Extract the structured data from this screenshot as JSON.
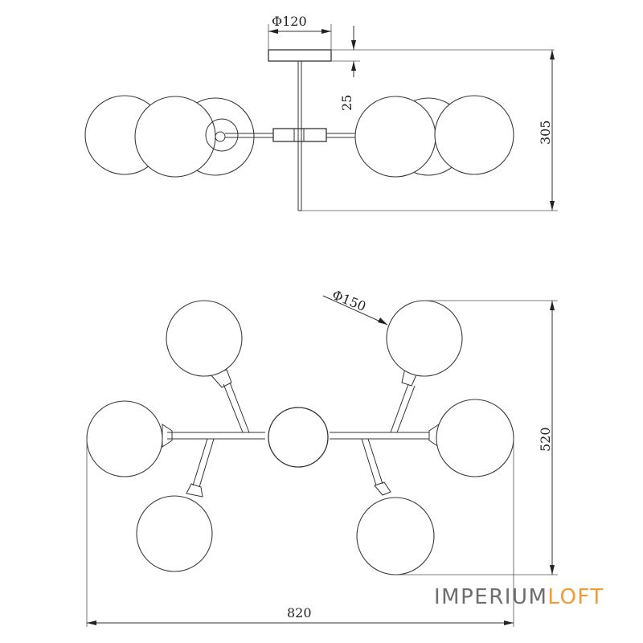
{
  "dimensions": {
    "canopy_diameter": "Φ120",
    "stem_gap": "25",
    "total_height": "305",
    "globe_diameter": "Φ150",
    "depth": "520",
    "width": "820"
  },
  "brand": {
    "part1": "IMPERIUM",
    "part2": "LOFT",
    "color_primary": "#6e6e6e",
    "color_accent": "#f39a33"
  }
}
